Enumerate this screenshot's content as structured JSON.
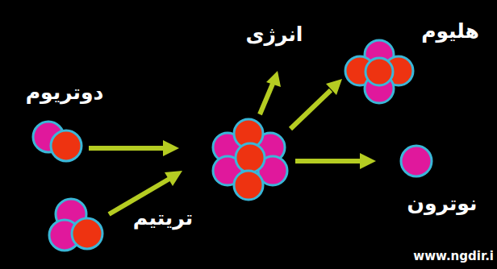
{
  "diagram": {
    "labels": [
      "انرژی",
      "هلیوم",
      "دوتریوم",
      "نوترون",
      "تریتیم",
      "www.ngdir.i"
    ]
  }
}
